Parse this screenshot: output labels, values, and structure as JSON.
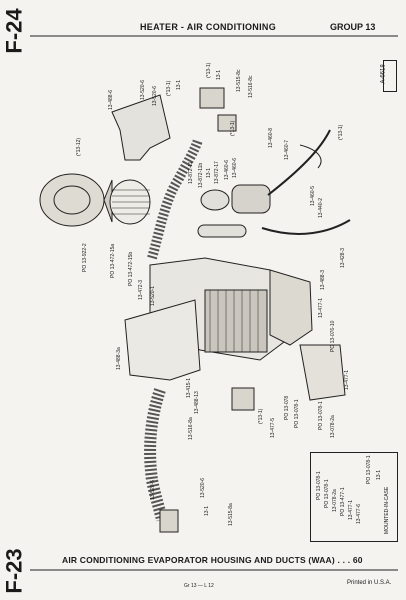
{
  "page_top_code": "F-24",
  "page_bottom_code": "F-23",
  "header_title": "HEATER - AIR CONDITIONING",
  "group": "GROUP 13",
  "stamp": "A-6618",
  "caption": "AIR CONDITIONING EVAPORATOR HOUSING AND DUCTS (WAA) . . . 60",
  "footer_code": "Gr 13 — L 12",
  "printed": "Printed in U.S.A.",
  "parts": {
    "p1": "(*13-1)",
    "p2": "13-1",
    "p3": "13-520-6",
    "p4": "13-520-6",
    "p5": "13-488-6",
    "p6": "(*13-1)",
    "p7": "13-1",
    "p8": "13-1",
    "p9": "13-515-8c",
    "p10": "13-516-8c",
    "p11": "13-460-8",
    "p12": "(*13-1)",
    "p13": "13-460-7",
    "p14": "(*13-1)",
    "p15": "(*13-12)",
    "p16": "13-872-11",
    "p17": "13-872-11b",
    "p18": "13-1",
    "p19": "13-872-17",
    "p20": "13-460-6",
    "p21": "13-460-6",
    "p22": "13-460-5",
    "p23": "13-440-2",
    "p24": "13-428-3",
    "p25": "13-488-3",
    "p26": "PO 13-922-2",
    "p27": "PO 13-472-15a",
    "p28": "PO 13-472-15b",
    "p29": "13-472-3",
    "p30": "13-520-1",
    "p31": "13-477-1",
    "p32": "13-488-3a",
    "p33": "13-415-1",
    "p34": "PO 13-076-10",
    "p35": "13-488-13",
    "p36": "PO 13-078",
    "p37": "PO 13-078-1",
    "p38": "PO 13-078-1",
    "p39": "13-078-2a",
    "p40": "13-477-1",
    "p41": "13-516-8a",
    "p42": "(*13-1)",
    "p43": "13-477-5",
    "p44": "13-520-5",
    "p45": "13-520-6",
    "p46": "13-1",
    "p47": "13-515-8a",
    "p48": "PO 13-078-1",
    "p49": "PO 13-078-1",
    "p50": "13-078-2a",
    "p51": "PO 13-477-1",
    "p52": "13-477-1",
    "p53": "13-477-6",
    "p54": "MOUNTED-IN-CASE",
    "p55": "PO 13-078-1",
    "p56": "13-1"
  }
}
